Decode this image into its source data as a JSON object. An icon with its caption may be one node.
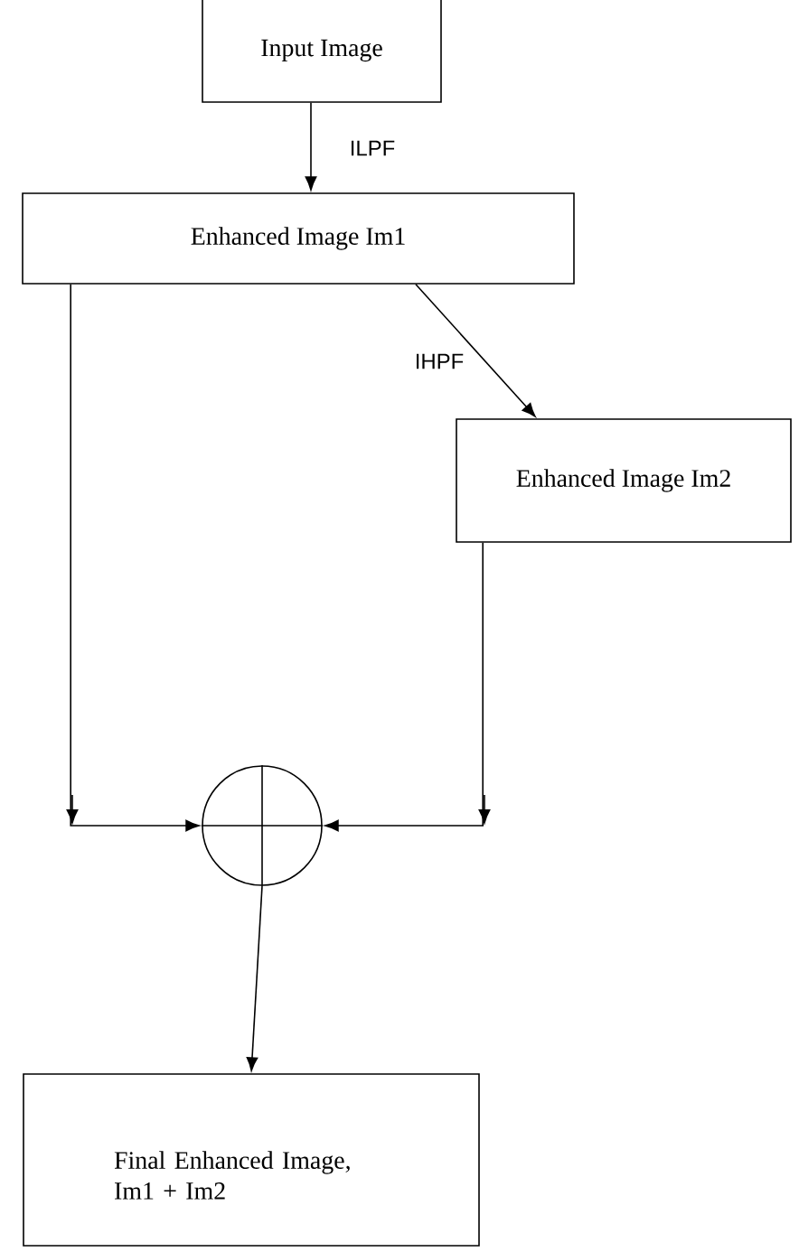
{
  "diagram": {
    "nodes": [
      {
        "text": [
          "Input Image"
        ]
      },
      {
        "text": [
          "Enhanced Image Im1"
        ]
      },
      {
        "text": [
          "Enhanced Image Im2"
        ]
      },
      {
        "text": [],
        "shape": "circle"
      },
      {
        "text": [
          "Final Enhanced Image, Im1 + Im2"
        ]
      }
    ],
    "edges": [
      {
        "from": 0,
        "to": 1,
        "arrow": "to",
        "label": "ILPF"
      },
      {
        "from": 1,
        "to": 2,
        "arrow": "to",
        "label": "IHPF"
      },
      {
        "from": 1,
        "to": 3,
        "arrow": "to"
      },
      {
        "from": 2,
        "to": 3,
        "arrow": "to"
      },
      {
        "from": 3,
        "to": 4,
        "arrow": "to"
      }
    ]
  }
}
